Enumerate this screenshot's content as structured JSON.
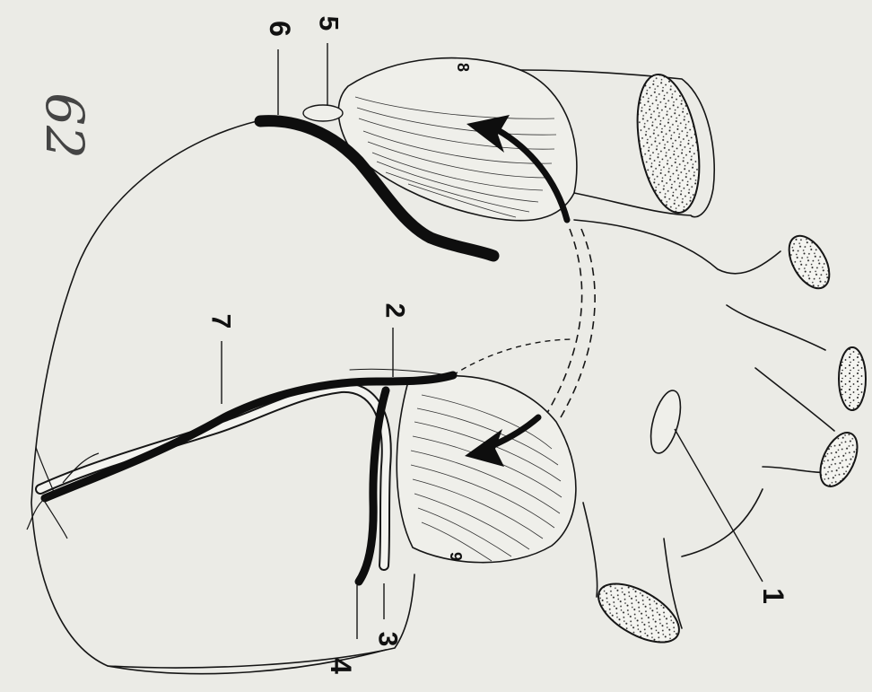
{
  "page_number": "62",
  "labels": {
    "l1": "1",
    "l2": "2",
    "l3": "3",
    "l4": "4",
    "l5": "5",
    "l6": "6",
    "l7": "7",
    "l8": "8",
    "l9": "9"
  }
}
